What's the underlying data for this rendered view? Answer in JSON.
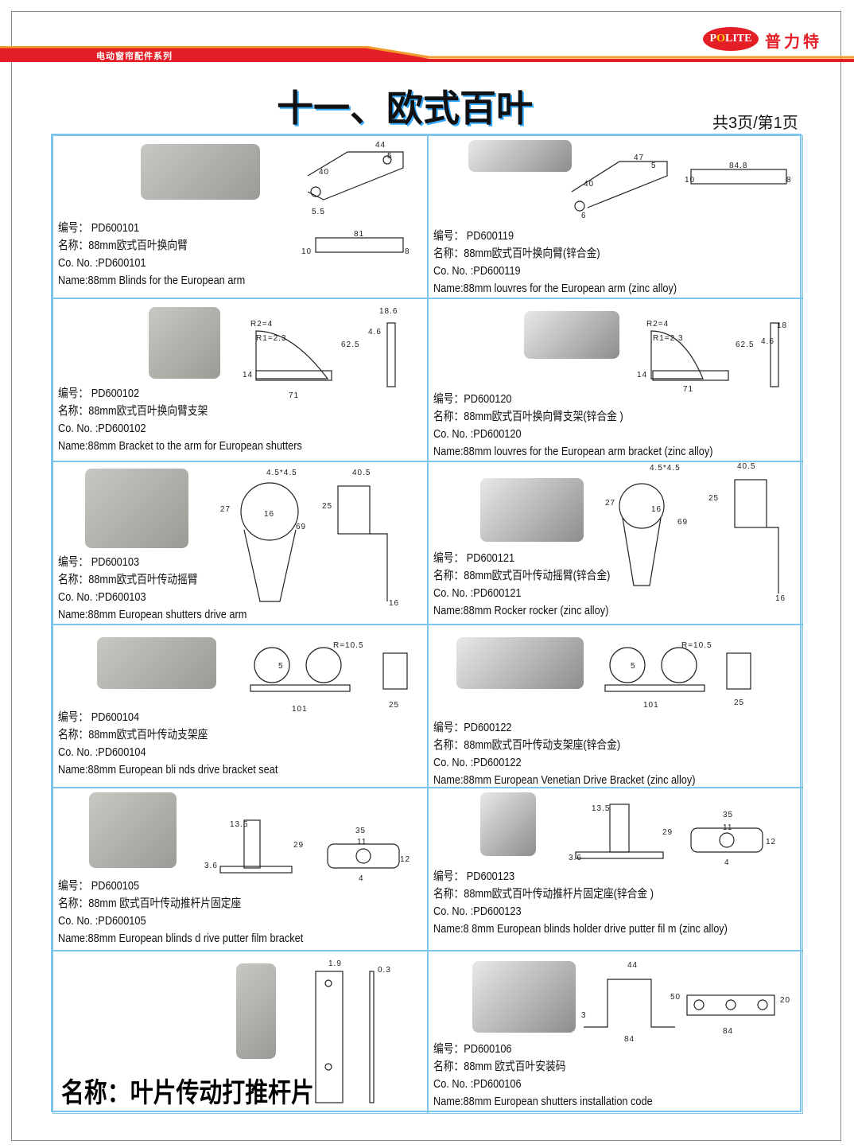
{
  "header": {
    "series": "电动窗帘配件系列",
    "logo_text": "POLITE",
    "brand": "普力特",
    "title": "十一、欧式百叶",
    "page": "共3页/第1页"
  },
  "colors": {
    "red": "#e41e26",
    "orange": "#f39a2c",
    "border": "#7cc6ee"
  },
  "items": [
    {
      "code": "编号： PD600101",
      "name": "名称：88mm欧式百叶换向臂",
      "co": "Co. No. :PD600101",
      "en": "Name:88mm Blinds for the European arm",
      "dims": [
        "44",
        "40",
        "5",
        "5.5",
        "81",
        "10",
        "8"
      ]
    },
    {
      "code": "编号： PD600119",
      "name": "名称：88mm欧式百叶换向臂(锌合金)",
      "co": "Co. No. :PD600119",
      "en": "Name:88mm louvres for the European arm (zinc alloy)",
      "dims": [
        "47",
        "5",
        "40",
        "6",
        "84.8",
        "10",
        "8"
      ]
    },
    {
      "code": "编号： PD600102",
      "name": "名称：88mm欧式百叶换向臂支架",
      "co": "Co. No. :PD600102",
      "en": "Name:88mm Bracket to the arm for European shutters",
      "dims": [
        "R2=4",
        "R1=2.3",
        "62.5",
        "14",
        "71",
        "18.6",
        "4.6"
      ]
    },
    {
      "code": "编号：PD600120",
      "name": "名称：88mm欧式百叶换向臂支架(锌合金 )",
      "co": "Co. No. :PD600120",
      "en": "Name:88mm louvres for the European arm bracket (zinc alloy)",
      "dims": [
        "R2=4",
        "R1=2.3",
        "62.5",
        "14",
        "71",
        "18",
        "4.6"
      ]
    },
    {
      "code": "编号： PD600103",
      "name": "名称：88mm欧式百叶传动摇臂",
      "co": "Co. No. :PD600103",
      "en": "Name:88mm European shutters drive arm",
      "dims": [
        "4.5*4.5",
        "27",
        "16",
        "69",
        "40.5",
        "25",
        "16"
      ]
    },
    {
      "code": "编号： PD600121",
      "name": "名称：88mm欧式百叶传动摇臂(锌合金)",
      "co": "Co. No. :PD600121",
      "en": "Name:88mm Rocker rocker (zinc alloy)",
      "dims": [
        "4.5*4.5",
        "27",
        "16",
        "69",
        "40.5",
        "25",
        "16"
      ]
    },
    {
      "code": "编号： PD600104",
      "name": "名称：88mm欧式百叶传动支架座",
      "co": "Co. No. :PD600104",
      "en": "Name:88mm  European bli  nds drive bracket seat",
      "dims": [
        "R=10.5",
        "5",
        "101",
        "25"
      ]
    },
    {
      "code": "编号：PD600122",
      "name": "名称：88mm欧式百叶传动支架座(锌合金)",
      "co": "Co. No. :PD600122",
      "en": "Name:88mm European Venetian Drive Bracket  (zinc alloy)",
      "dims": [
        "R=10.5",
        "5",
        "101",
        "25"
      ]
    },
    {
      "code": "编号： PD600105",
      "name": "名称：88mm 欧式百叶传动推杆片固定座",
      "co": "Co. No. :PD600105",
      "en": "Name:88mm European blinds  d rive putter film bracket",
      "dims": [
        "13.5",
        "3.6",
        "29",
        "35",
        "11",
        "12",
        "4"
      ]
    },
    {
      "code": "编号： PD600123",
      "name": "名称：88mm欧式百叶传动推杆片固定座(锌合金 )",
      "co": "Co. No. :PD600123",
      "en": "Name:8 8mm  European blinds holder drive putter fil m (zinc alloy)",
      "dims": [
        "13.5",
        "3.6",
        "29",
        "35",
        "11",
        "12",
        "4"
      ]
    },
    {
      "big": "名称：叶片传动打推杆片",
      "dims": [
        "1.9",
        "0.3"
      ]
    },
    {
      "code": "编号：PD600106",
      "name": "名称：88mm 欧式百叶安装码",
      "co": "Co. No. :PD600106",
      "en": "Name:88mm European shutters installation code",
      "dims": [
        "44",
        "50",
        "3",
        "84",
        "84",
        "20"
      ]
    }
  ]
}
